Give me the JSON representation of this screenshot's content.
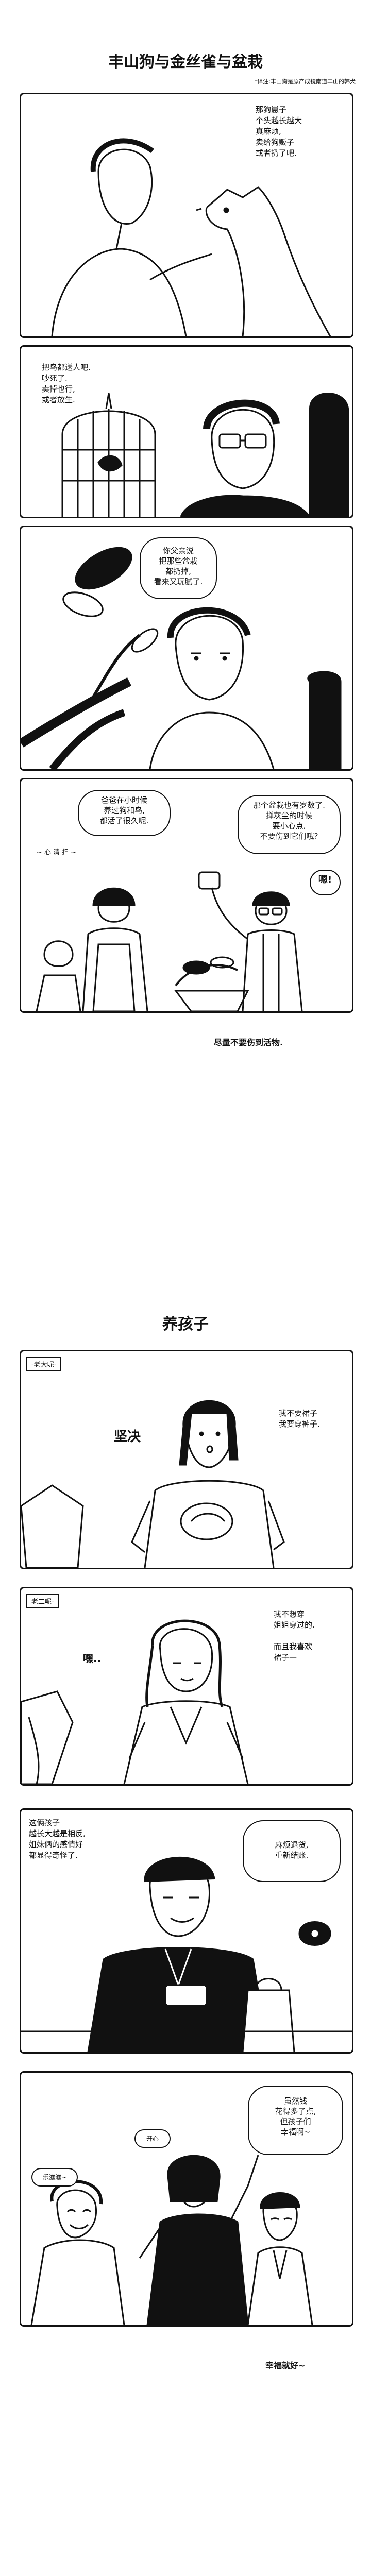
{
  "section1": {
    "title": "丰山狗与金丝雀与盆栽",
    "note": "*译注:丰山狗是原产成镜南道丰山的韩犬",
    "panel1_text": "那狗崽子\n个头越长越大\n真麻烦,\n卖给狗贩子\n或者扔了吧.",
    "panel2_text": "把鸟都送人吧.\n吵死了.\n卖掉也行,\n或者放生.",
    "panel3_text": "你父亲说\n把那些盆栽\n都扔掉,\n看来又玩腻了.",
    "panel4_left": "爸爸在小时候\n养过狗和鸟,\n都活了很久呢.",
    "panel4_right": "那个盆栽也有岁数了.\n掸灰尘的时候\n要小心点,\n不要伤到它们哦?",
    "panel4_hum": "~ 心 清 扫 ~",
    "panel4_exclaim": "嗯!",
    "caption": "尽量不要伤到活物."
  },
  "section2": {
    "title": "养孩子",
    "panel1_tag": "-老大呢-",
    "panel1_shout": "坚决",
    "panel1_text": "我不要裙子\n我要穿裤子.",
    "panel2_tag": "老二呢-",
    "panel2_sound": "嘿..",
    "panel2_text": "我不想穿\n姐姐穿过的.\n\n而且我喜欢\n裙子—",
    "panel3_left": "这俩孩子\n越长大越是相反,\n姐妹俩的感情好\n都显得奇怪了.",
    "panel3_right": "麻烦退货,\n重新结账.",
    "panel4_right": "虽然钱\n花得多了点,\n但孩子们\n幸福啊~",
    "panel4_tag1": "开心",
    "panel4_tag2": "乐滋滋~",
    "caption": "幸福就好~"
  }
}
